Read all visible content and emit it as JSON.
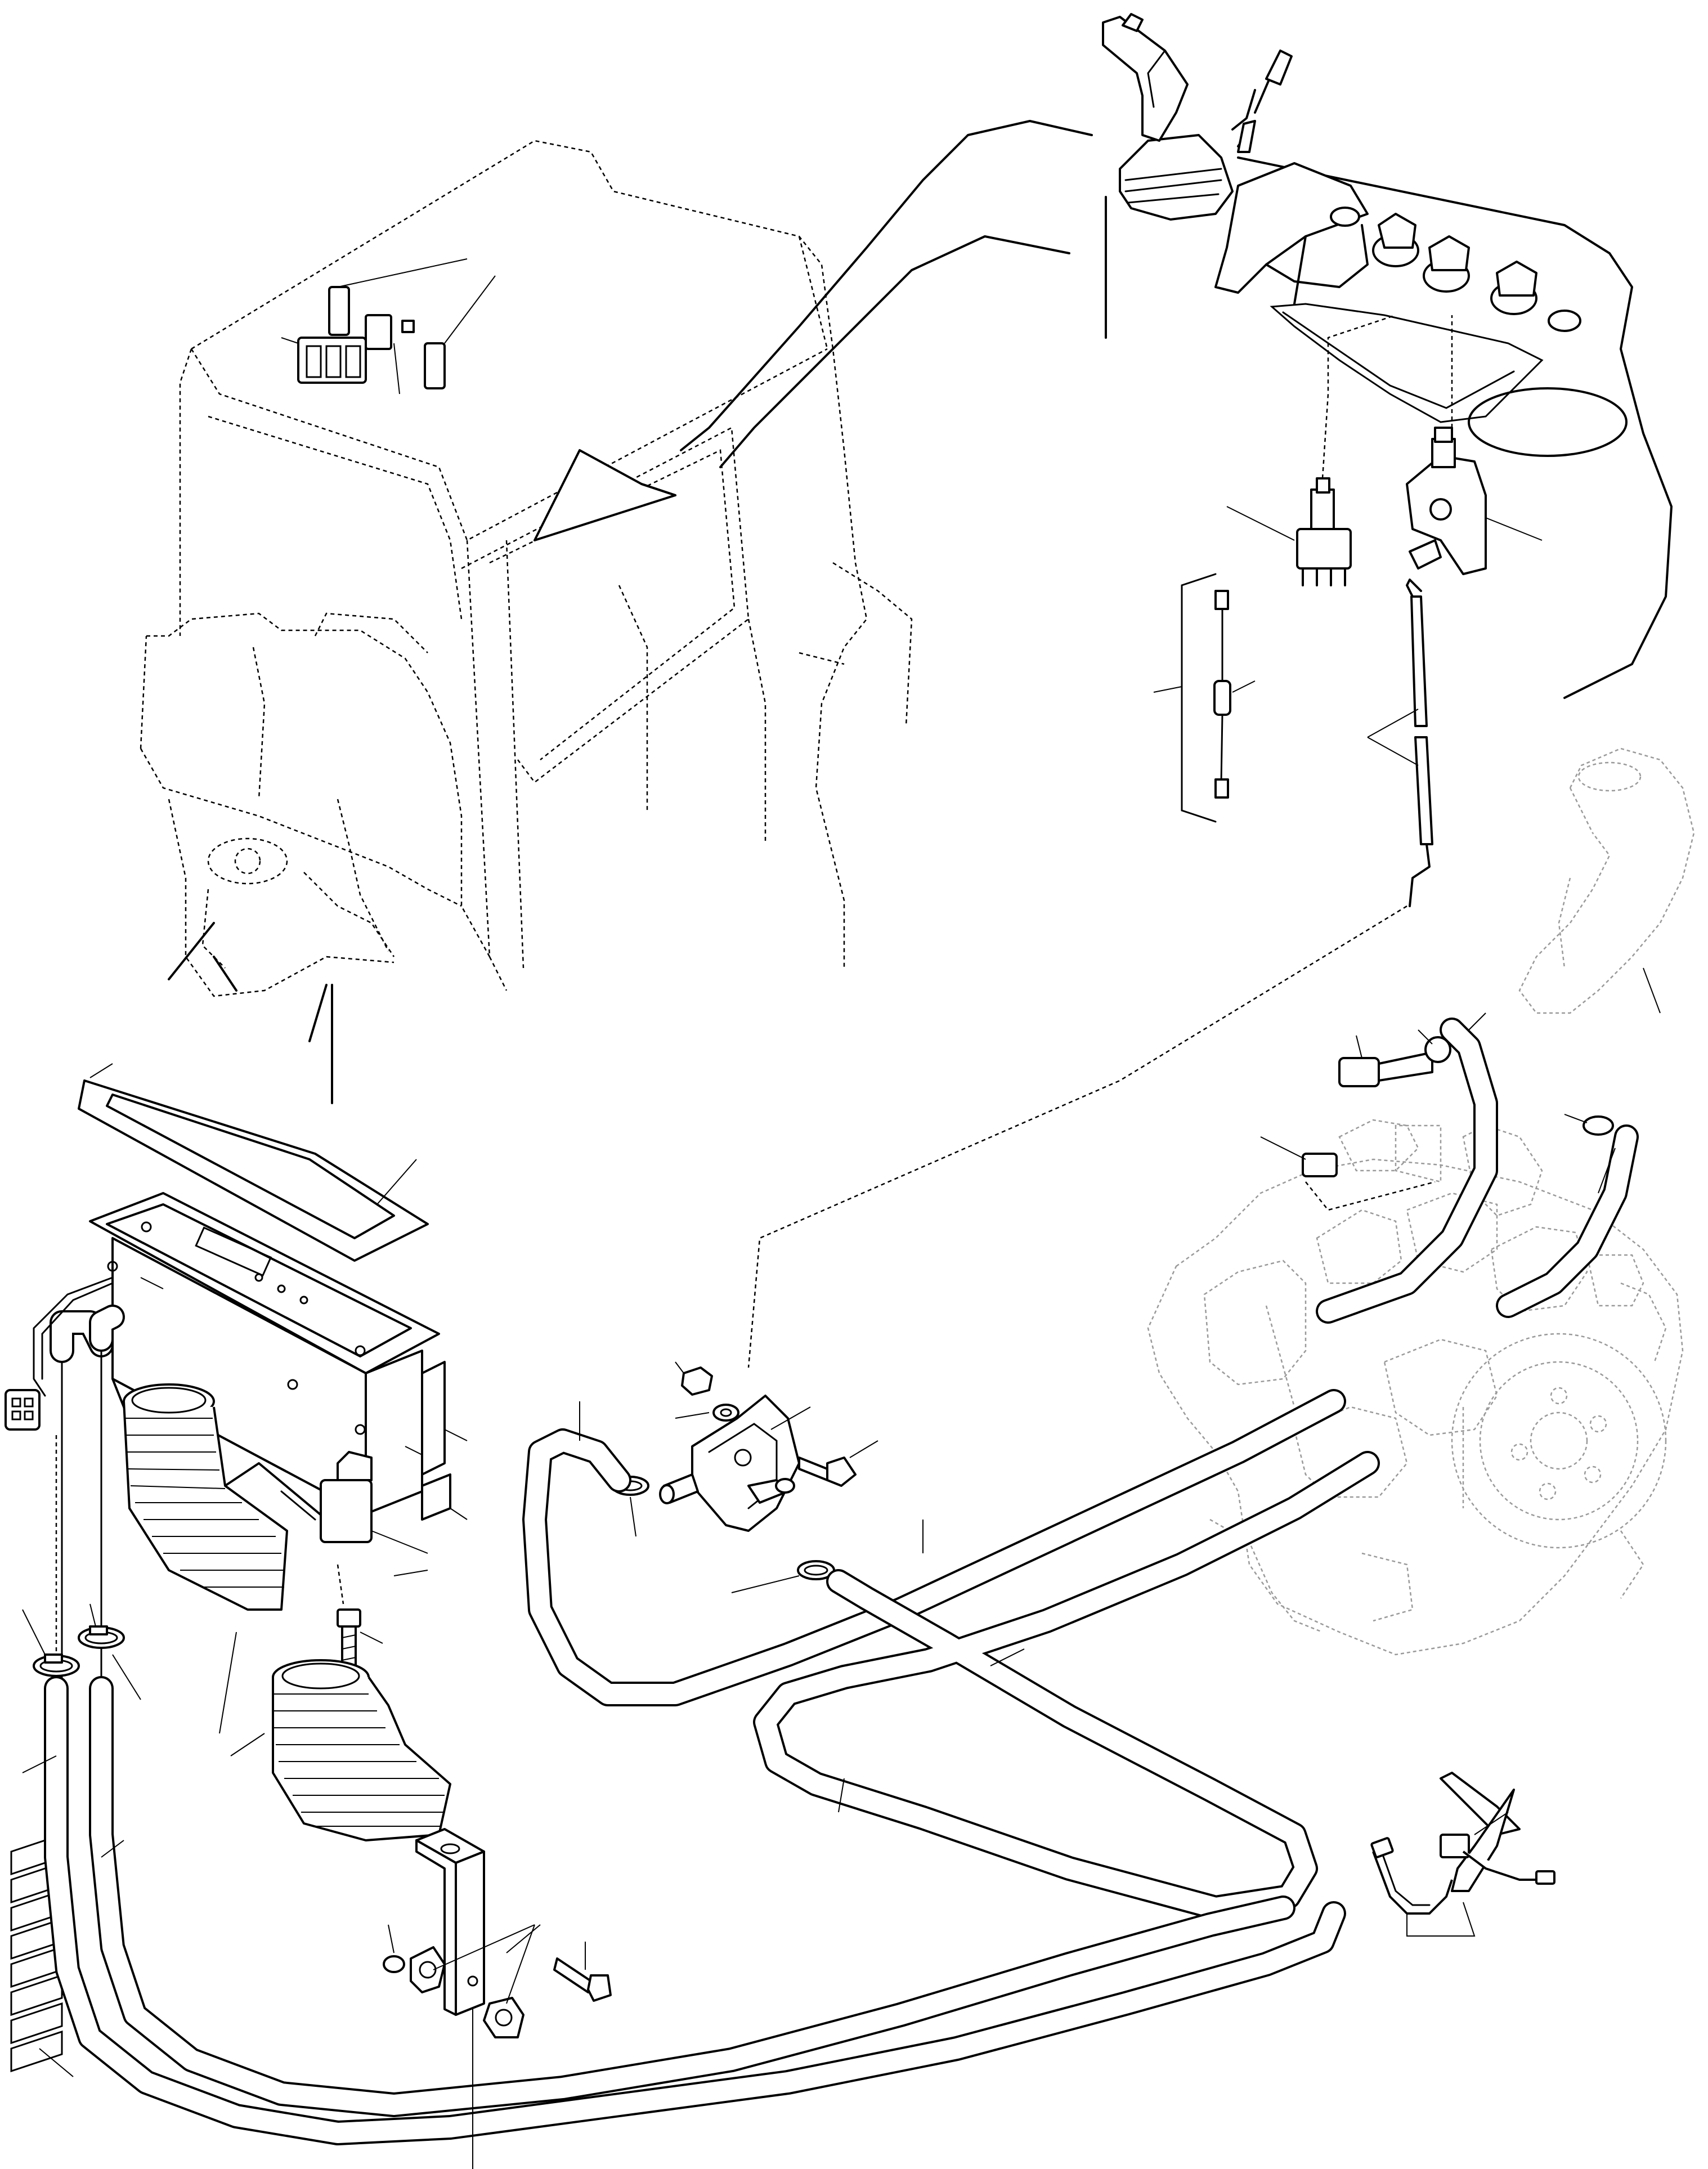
{
  "diagram": {
    "groups": [
      "cab",
      "control-console",
      "engine",
      "heater-unit",
      "water-valve",
      "hoses",
      "hose-clamp-bracket",
      "cable-tie"
    ]
  },
  "colors": {
    "line": "#000000",
    "ghost": "#9a9a9a",
    "background": "#ffffff"
  }
}
